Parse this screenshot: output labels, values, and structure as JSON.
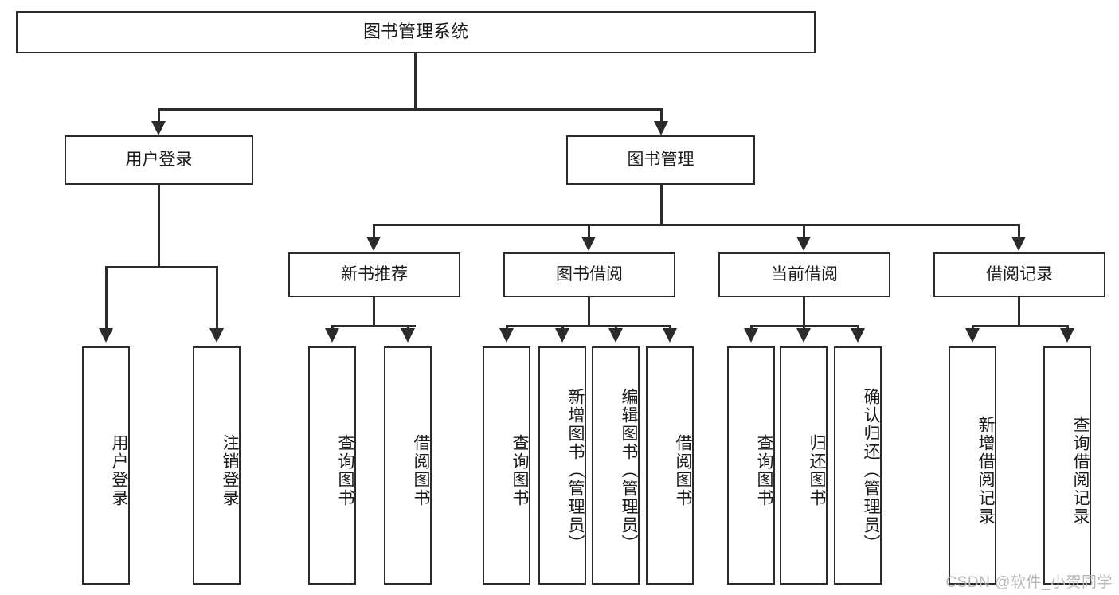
{
  "diagram": {
    "title": "图书管理系统",
    "type": "tree-hierarchy-diagram",
    "root": {
      "label": "图书管理系统"
    },
    "level1": [
      {
        "label": "用户登录"
      },
      {
        "label": "图书管理"
      }
    ],
    "level2": [
      {
        "label": "新书推荐"
      },
      {
        "label": "图书借阅"
      },
      {
        "label": "当前借阅"
      },
      {
        "label": "借阅记录"
      }
    ],
    "leaves": {
      "user_login": [
        {
          "label": "用户登录"
        },
        {
          "label": "注销登录"
        }
      ],
      "new_book_recommend": [
        {
          "label": "查询图书"
        },
        {
          "label": "借阅图书"
        }
      ],
      "book_borrow": [
        {
          "label": "查询图书"
        },
        {
          "label": "新增图书（管理员）"
        },
        {
          "label": "编辑图书（管理员）"
        },
        {
          "label": "借阅图书"
        }
      ],
      "current_borrow": [
        {
          "label": "查询图书"
        },
        {
          "label": "归还图书"
        },
        {
          "label": "确认归还（管理员）"
        }
      ],
      "borrow_record": [
        {
          "label": "新增借阅记录"
        },
        {
          "label": "查询借阅记录"
        }
      ]
    }
  },
  "watermark": {
    "text": "CSDN @软件_小贺同学"
  },
  "colors": {
    "stroke": "#2b2b2b",
    "fill": "#ffffff",
    "text": "#1a1a1a",
    "watermark": "#b9b9b9"
  }
}
